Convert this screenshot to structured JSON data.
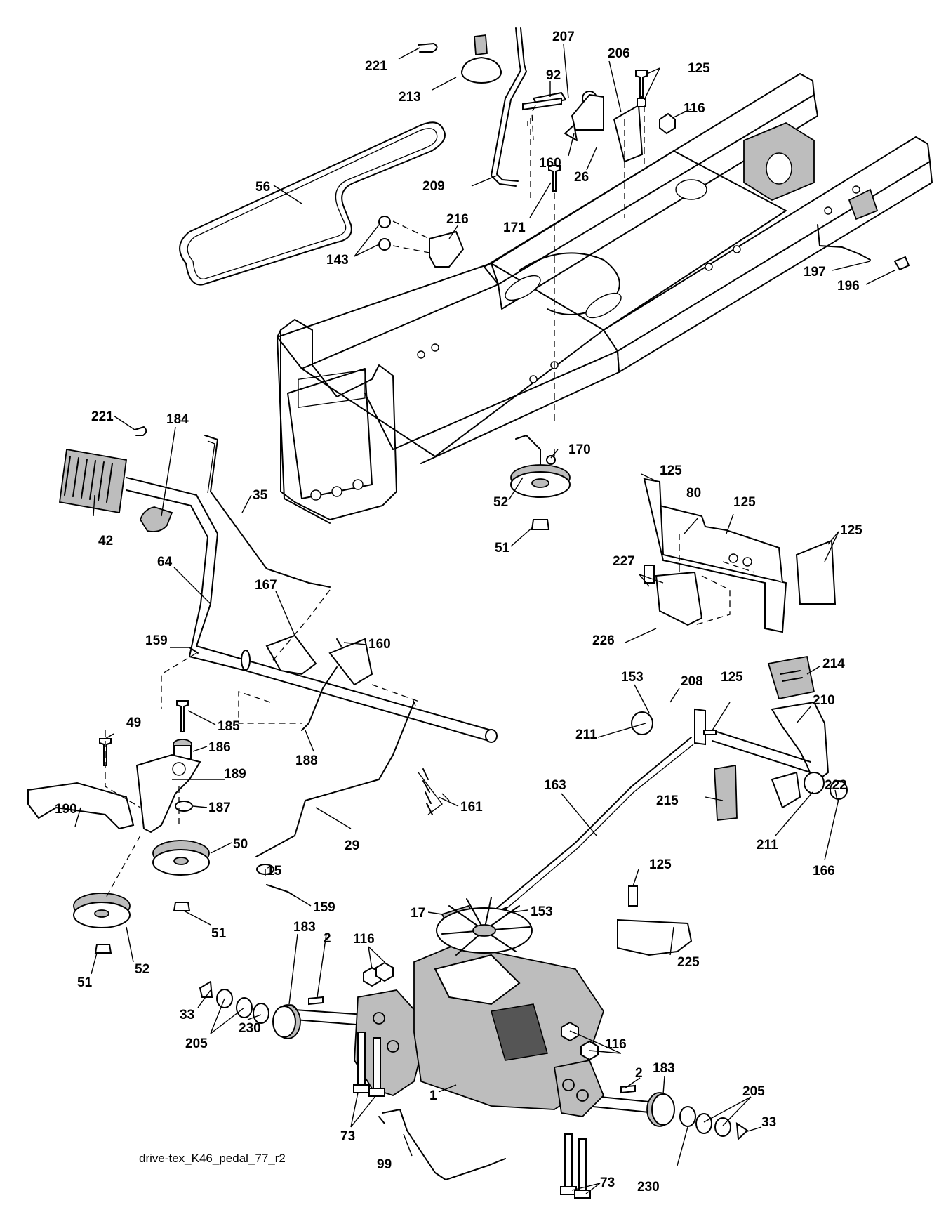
{
  "caption": "drive-tex_K46_pedal_77_r2",
  "callouts": [
    {
      "id": "c221a",
      "text": "221"
    },
    {
      "id": "c213",
      "text": "213"
    },
    {
      "id": "c207",
      "text": "207"
    },
    {
      "id": "c206",
      "text": "206"
    },
    {
      "id": "c125a",
      "text": "125"
    },
    {
      "id": "c92",
      "text": "92"
    },
    {
      "id": "c116a",
      "text": "116"
    },
    {
      "id": "c160a",
      "text": "160"
    },
    {
      "id": "c26",
      "text": "26"
    },
    {
      "id": "c209",
      "text": "209"
    },
    {
      "id": "c56",
      "text": "56"
    },
    {
      "id": "c171",
      "text": "171"
    },
    {
      "id": "c216",
      "text": "216"
    },
    {
      "id": "c143",
      "text": "143"
    },
    {
      "id": "c197",
      "text": "197"
    },
    {
      "id": "c196",
      "text": "196"
    },
    {
      "id": "c221b",
      "text": "221"
    },
    {
      "id": "c184",
      "text": "184"
    },
    {
      "id": "c170",
      "text": "170"
    },
    {
      "id": "c35",
      "text": "35"
    },
    {
      "id": "c42",
      "text": "42"
    },
    {
      "id": "c52a",
      "text": "52"
    },
    {
      "id": "c51a",
      "text": "51"
    },
    {
      "id": "c125b",
      "text": "125"
    },
    {
      "id": "c80",
      "text": "80"
    },
    {
      "id": "c125c",
      "text": "125"
    },
    {
      "id": "c125d",
      "text": "125"
    },
    {
      "id": "c64",
      "text": "64"
    },
    {
      "id": "c227",
      "text": "227"
    },
    {
      "id": "c167",
      "text": "167"
    },
    {
      "id": "c226",
      "text": "226"
    },
    {
      "id": "c159a",
      "text": "159"
    },
    {
      "id": "c160b",
      "text": "160"
    },
    {
      "id": "c214",
      "text": "214"
    },
    {
      "id": "c153a",
      "text": "153"
    },
    {
      "id": "c208",
      "text": "208"
    },
    {
      "id": "c125e",
      "text": "125"
    },
    {
      "id": "c210",
      "text": "210"
    },
    {
      "id": "c185",
      "text": "185"
    },
    {
      "id": "c49",
      "text": "49"
    },
    {
      "id": "c211a",
      "text": "211"
    },
    {
      "id": "c186",
      "text": "186"
    },
    {
      "id": "c188",
      "text": "188"
    },
    {
      "id": "c189",
      "text": "189"
    },
    {
      "id": "c163",
      "text": "163"
    },
    {
      "id": "c222",
      "text": "222"
    },
    {
      "id": "c187",
      "text": "187"
    },
    {
      "id": "c190",
      "text": "190"
    },
    {
      "id": "c161",
      "text": "161"
    },
    {
      "id": "c215",
      "text": "215"
    },
    {
      "id": "c50",
      "text": "50"
    },
    {
      "id": "c29",
      "text": "29"
    },
    {
      "id": "c211b",
      "text": "211"
    },
    {
      "id": "c166",
      "text": "166"
    },
    {
      "id": "c15",
      "text": "15"
    },
    {
      "id": "c125f",
      "text": "125"
    },
    {
      "id": "c159b",
      "text": "159"
    },
    {
      "id": "c17",
      "text": "17"
    },
    {
      "id": "c153b",
      "text": "153"
    },
    {
      "id": "c51b",
      "text": "51"
    },
    {
      "id": "c51c",
      "text": "51"
    },
    {
      "id": "c52b",
      "text": "52"
    },
    {
      "id": "c183a",
      "text": "183"
    },
    {
      "id": "c116b",
      "text": "116"
    },
    {
      "id": "c2a",
      "text": "2"
    },
    {
      "id": "c225",
      "text": "225"
    },
    {
      "id": "c33a",
      "text": "33"
    },
    {
      "id": "c230a",
      "text": "230"
    },
    {
      "id": "c205a",
      "text": "205"
    },
    {
      "id": "c116c",
      "text": "116"
    },
    {
      "id": "c2b",
      "text": "2"
    },
    {
      "id": "c183b",
      "text": "183"
    },
    {
      "id": "c1",
      "text": "1"
    },
    {
      "id": "c205b",
      "text": "205"
    },
    {
      "id": "c73a",
      "text": "73"
    },
    {
      "id": "c33b",
      "text": "33"
    },
    {
      "id": "c99",
      "text": "99"
    },
    {
      "id": "c73b",
      "text": "73"
    },
    {
      "id": "c230b",
      "text": "230"
    }
  ]
}
